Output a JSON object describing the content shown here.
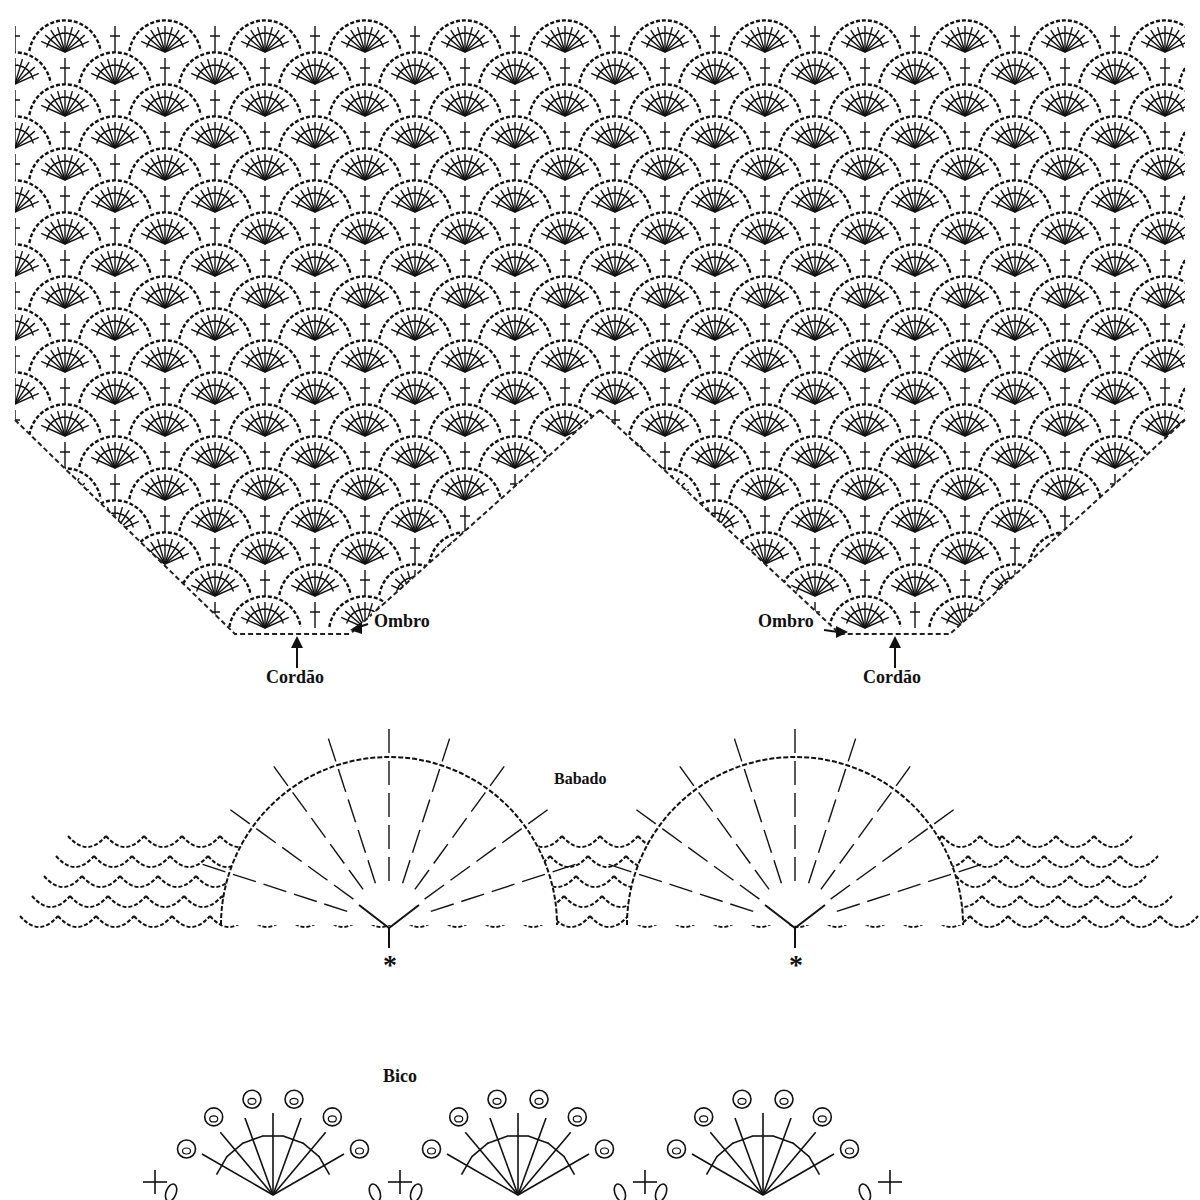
{
  "diagram": {
    "labels": [
      "Ombro",
      "Cordão",
      "Ombro",
      "Cordão",
      "Babado",
      "*",
      "*",
      "Bico"
    ]
  }
}
